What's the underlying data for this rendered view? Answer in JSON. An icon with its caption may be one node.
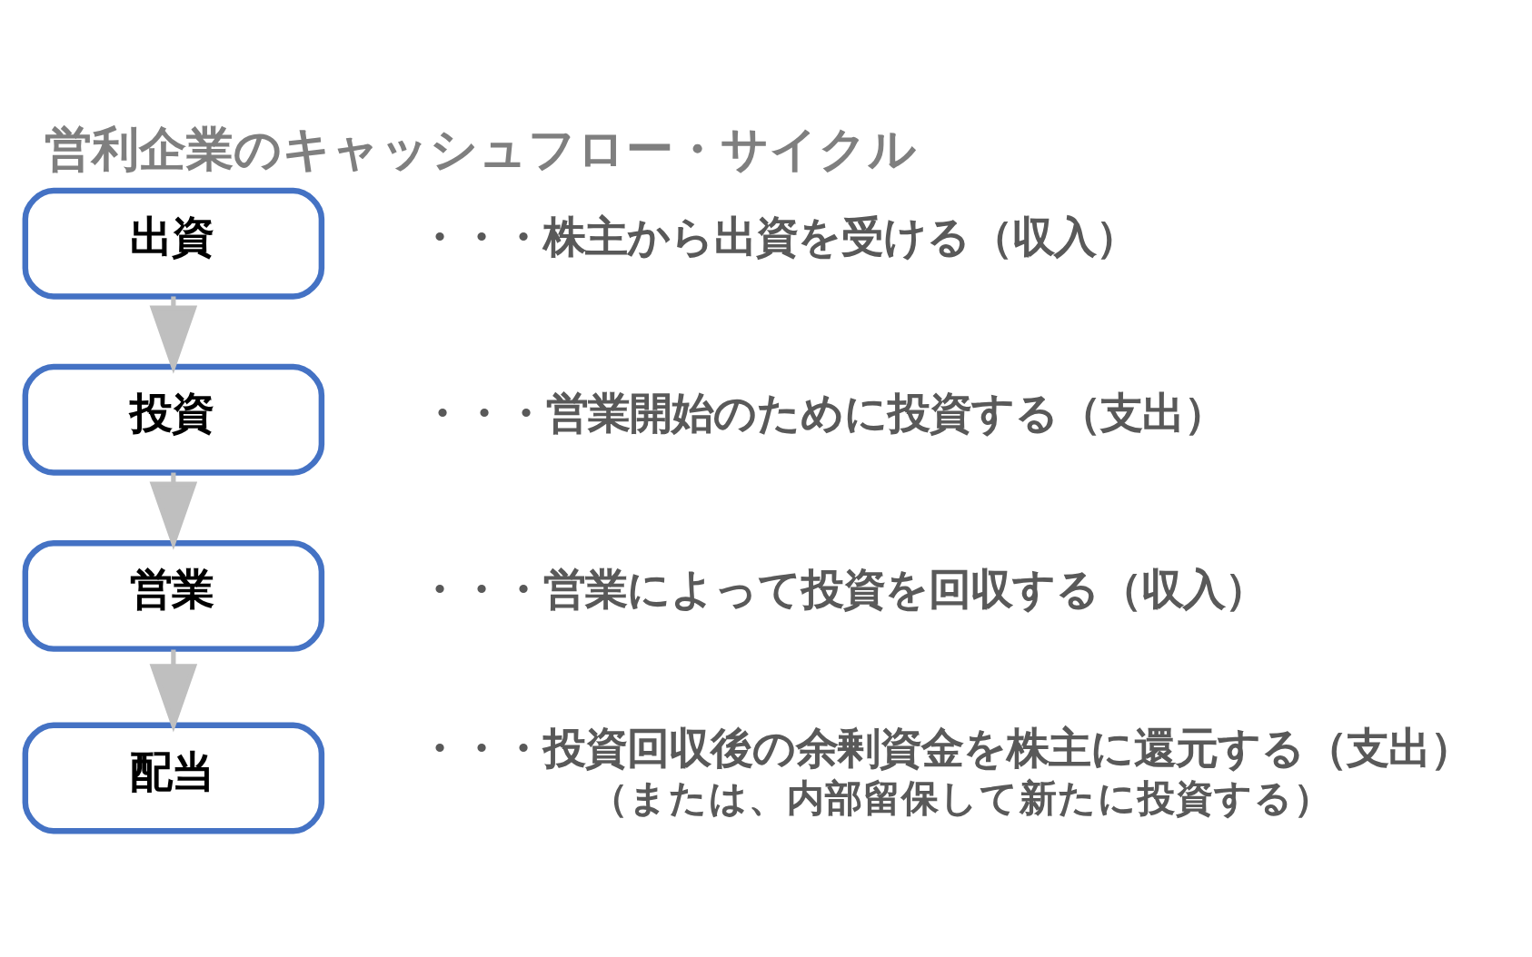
{
  "diagram": {
    "title": "営利企業のキャッシュフロー・サイクル",
    "nodes": [
      {
        "text": [
          "出資"
        ],
        "beside": [
          "・・・株主から出資を受ける（収入）"
        ]
      },
      {
        "text": [
          "投資"
        ],
        "beside": [
          "・・・営業開始のために投資する（支出）"
        ]
      },
      {
        "text": [
          "営業"
        ],
        "beside": [
          "・・・営業によって投資を回収する（収入）"
        ]
      },
      {
        "text": [
          "配当"
        ],
        "beside": [
          "・・・投資回収後の余剰資金を株主に還元する（支出）",
          "（または、内部留保して新たに投資する）"
        ]
      }
    ],
    "edges": [
      {
        "from": 0,
        "to": 1,
        "arrow": "to"
      },
      {
        "from": 1,
        "to": 2,
        "arrow": "to"
      },
      {
        "from": 2,
        "to": 3,
        "arrow": "to"
      }
    ]
  }
}
